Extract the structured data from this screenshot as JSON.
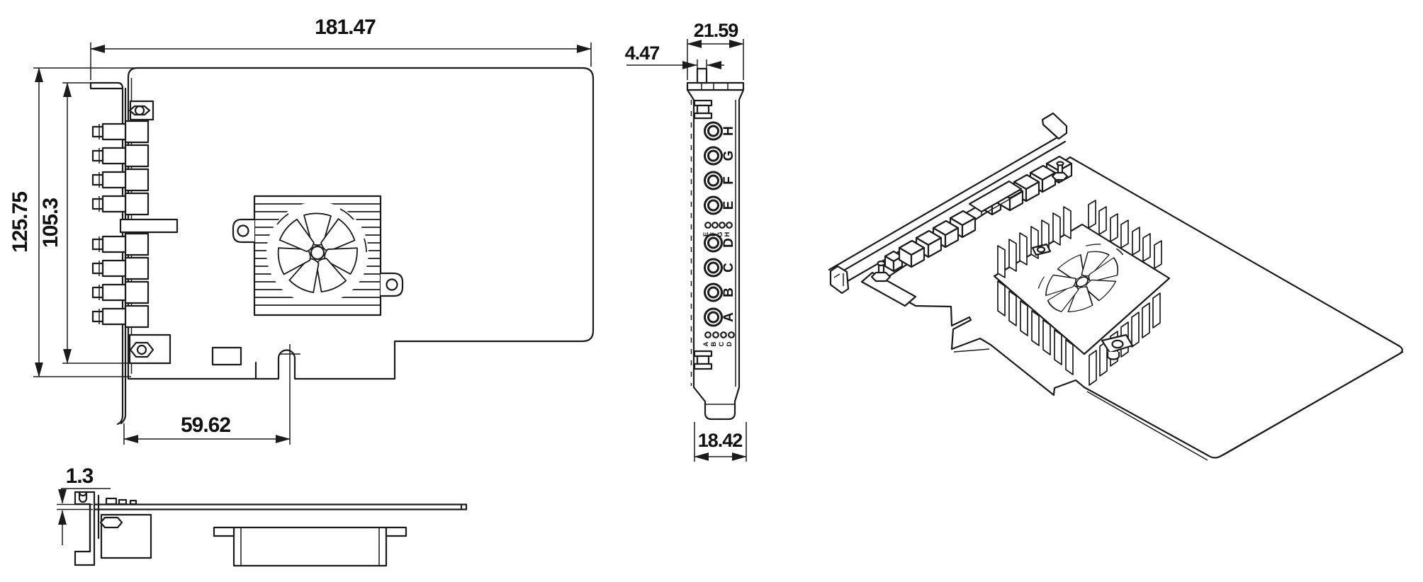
{
  "drawing": {
    "front_view": {
      "width_mm": "181.47",
      "total_height_mm": "125.75",
      "bracket_height_mm": "105.3",
      "key_notch_offset_mm": "59.62"
    },
    "side_view": {
      "board_thickness_mm": "1.3"
    },
    "bracket_view": {
      "bracket_width_mm": "21.59",
      "tab_width_mm": "4.47",
      "foot_width_mm": "18.42",
      "ports": [
        "H",
        "G",
        "F",
        "E",
        "D",
        "C",
        "B",
        "A"
      ],
      "led_top": [
        "E",
        "F",
        "G",
        "H"
      ],
      "led_bottom": [
        "A",
        "B",
        "C",
        "D"
      ]
    },
    "icons": {
      "fan": "radial-blade-fan",
      "heatsink": "finned-heatsink",
      "port": "rca-connector-ring"
    }
  }
}
